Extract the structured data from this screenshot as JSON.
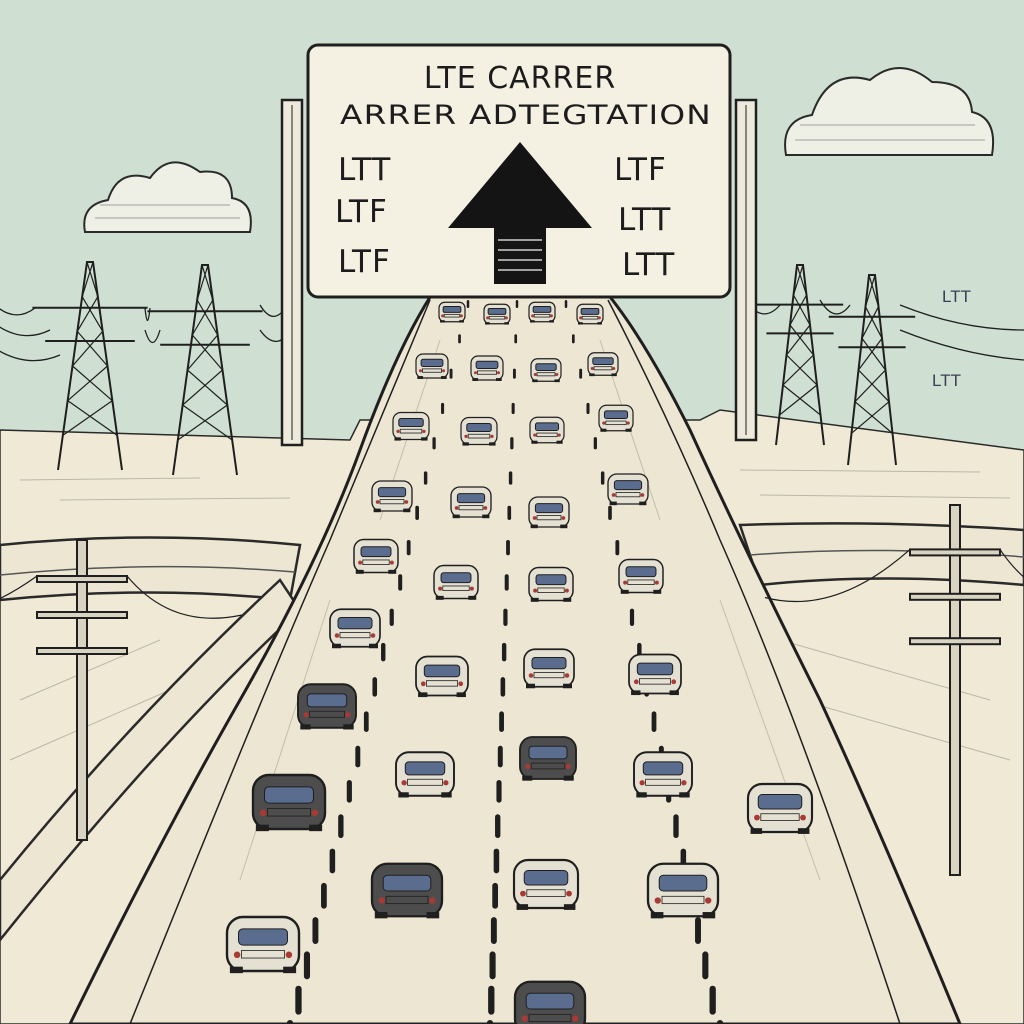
{
  "sign": {
    "title": "LTE CARRER",
    "subtitle": "ARRER ADTEGTATION",
    "left_labels": [
      "LTT",
      "LTF",
      "LTF"
    ],
    "right_labels": [
      "LTF",
      "LTT",
      "LTT"
    ]
  },
  "side_labels": [
    "LTT",
    "LTT"
  ],
  "colors": {
    "sky": "#cfe0d2",
    "ground": "#efe9d6",
    "road": "#ece6d2",
    "ink": "#1f1f1f",
    "car_body": "#e4e0d2",
    "car_dark": "#4d4d4d",
    "car_window": "#5b6d8f",
    "tail_light": "#a83a33"
  },
  "icons": [
    "up-arrow-icon",
    "cloud-icon",
    "power-tower-icon",
    "car-icon"
  ]
}
